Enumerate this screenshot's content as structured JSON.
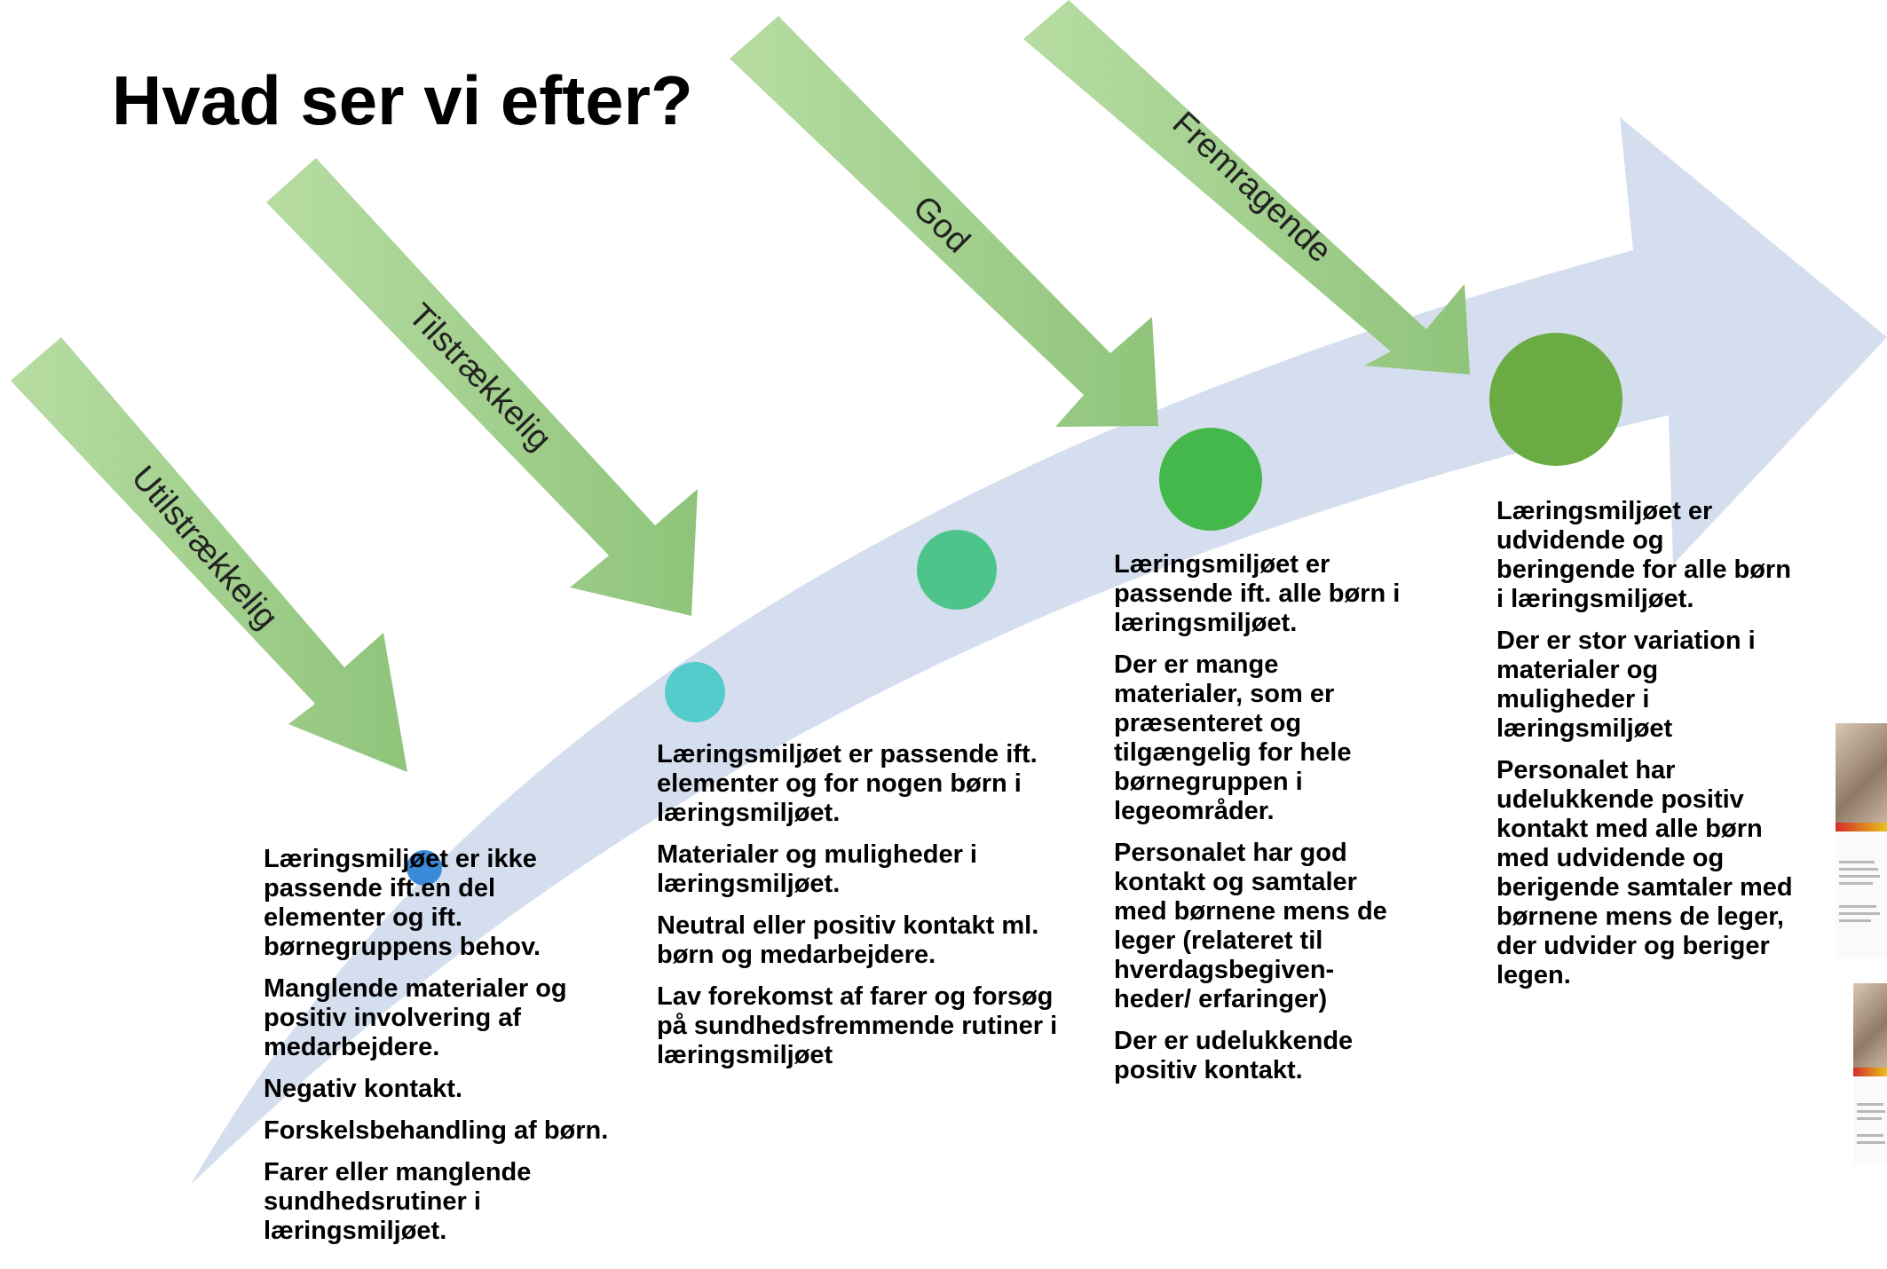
{
  "title": "Hvad ser vi efter?",
  "arrows": [
    {
      "label": "Utilstrækkelig"
    },
    {
      "label": "Tilstrækkelig"
    },
    {
      "label": "God"
    },
    {
      "label": "Fremragende"
    }
  ],
  "columns": [
    {
      "paragraphs": [
        "Læringsmiljøet er ikke passende ift.en del elementer og ift. børnegruppens behov.",
        "Manglende materialer og positiv involvering af medarbejdere.",
        "Negativ kontakt.",
        "Forskelsbehandling af børn.",
        "Farer eller manglende sundhedsrutiner i læringsmiljøet."
      ]
    },
    {
      "paragraphs": [
        "Læringsmiljøet er passende ift. elementer og for nogen børn i læringsmiljøet.",
        "Materialer og muligheder i læringsmiljøet.",
        "Neutral eller positiv kontakt ml. børn og medarbejdere.",
        "Lav forekomst af farer og forsøg på sundhedsfremmende rutiner i læringsmiljøet"
      ]
    },
    {
      "paragraphs": [
        "Læringsmiljøet er passende ift. alle børn i læringsmiljøet.",
        "Der er mange materialer, som er præsenteret og tilgængelig for hele børnegruppen i legeområder.",
        "Personalet har god kontakt og samtaler med børnene mens de leger (relateret til hverdagsbegiven-heder/ erfaringer)",
        "Der er udelukkende positiv kontakt."
      ]
    },
    {
      "paragraphs": [
        "Læringsmiljøet er udvidende og beringende for alle børn i læringsmiljøet.",
        "Der er stor variation i materialer og muligheder i læringsmiljøet",
        "Personalet har udelukkende positiv kontakt med alle børn med udvidende og berigende samtaler med børnene mens de leger, der udvider og beriger legen."
      ]
    }
  ],
  "colors": {
    "big_arrow": "#d5deee",
    "green_arrow_light": "#b7dca3",
    "green_arrow_dark": "#8fc47a",
    "circles": [
      "#3a8ad8",
      "#55cccc",
      "#4dc58a",
      "#44b84a",
      "#6bab43"
    ]
  }
}
